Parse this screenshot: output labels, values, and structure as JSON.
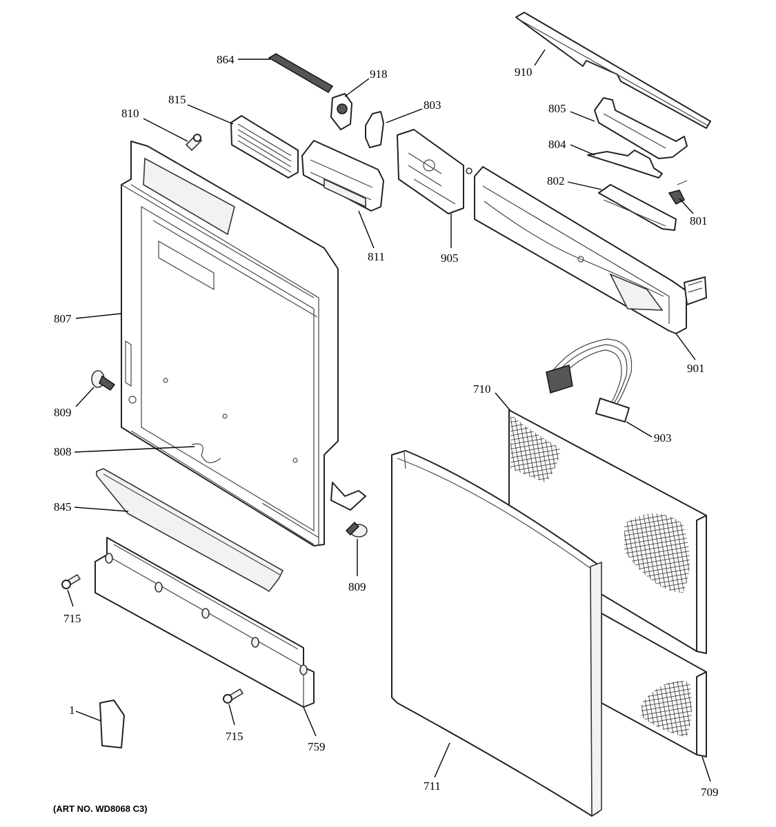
{
  "diagram": {
    "art_number": "(ART NO. WD8068 C3)",
    "callouts": {
      "c864": "864",
      "c918": "918",
      "c815": "815",
      "c810": "810",
      "c803": "803",
      "c910": "910",
      "c805": "805",
      "c804": "804",
      "c802": "802",
      "c801": "801",
      "c811": "811",
      "c905": "905",
      "c807": "807",
      "c901": "901",
      "c809a": "809",
      "c809b": "809",
      "c808": "808",
      "c710": "710",
      "c903": "903",
      "c845": "845",
      "c715a": "715",
      "c715b": "715",
      "c1": "1",
      "c759": "759",
      "c711": "711",
      "c709": "709"
    }
  }
}
